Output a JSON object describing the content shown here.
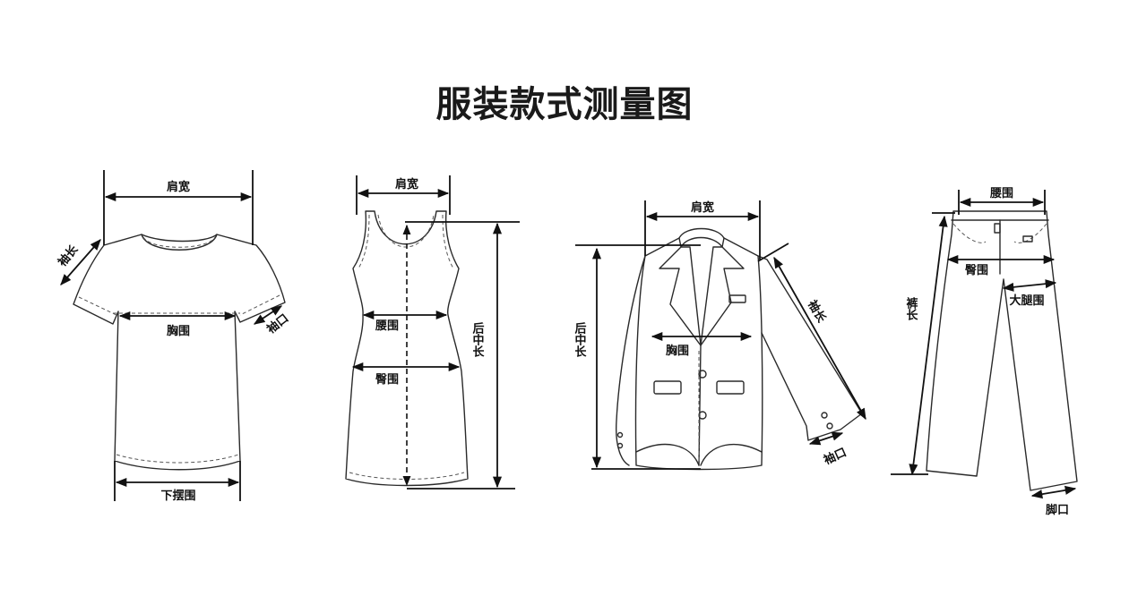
{
  "title": "服装款式测量图",
  "tshirt": {
    "shoulder": "肩宽",
    "sleeve_length": "袖长",
    "chest": "胸围",
    "cuff": "袖口",
    "hem": "下摆围"
  },
  "dress": {
    "shoulder": "肩宽",
    "waist": "腰围",
    "hip": "臀围",
    "back_length": "后中长"
  },
  "jacket": {
    "shoulder": "肩宽",
    "back_length": "后中长",
    "chest": "胸围",
    "sleeve_length": "袖长",
    "cuff": "袖口"
  },
  "pants": {
    "waist": "腰围",
    "hip": "臀围",
    "thigh": "大腿围",
    "length": "裤长",
    "leg_opening": "脚口"
  }
}
